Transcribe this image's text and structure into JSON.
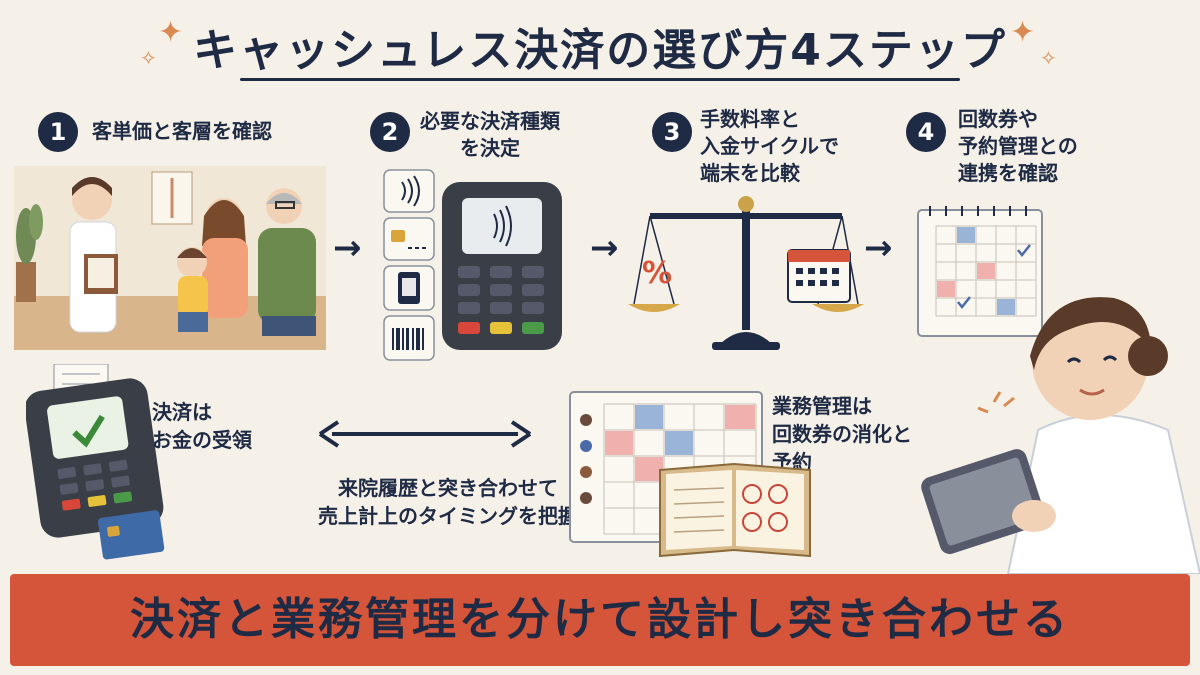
{
  "title": "キャッシュレス決済の選び方4ステップ",
  "steps": [
    {
      "number": "1",
      "label": "客単価と客層を確認"
    },
    {
      "number": "2",
      "label": "必要な決済種類\nを決定"
    },
    {
      "number": "3",
      "label": "手数料率と\n入金サイクルで\n端末を比較"
    },
    {
      "number": "4",
      "label": "回数券や\n予約管理との\n連携を確認"
    }
  ],
  "notes": {
    "payment": "決済は\nお金の受領",
    "business": "業務管理は\n回数券の消化と\n予約",
    "reconcile": "来院履歴と突き合わせて\n売上計上のタイミングを把握"
  },
  "icons": {
    "percent": "%",
    "sparkle": "sparkle-icon",
    "checkmark": "check-icon"
  },
  "banner": "決済と業務管理を分けて設計し突き合わせる",
  "colors": {
    "navy": "#1f2a44",
    "banner": "#d4553a",
    "background": "#f6f1e8",
    "accent": "#d98a52"
  }
}
